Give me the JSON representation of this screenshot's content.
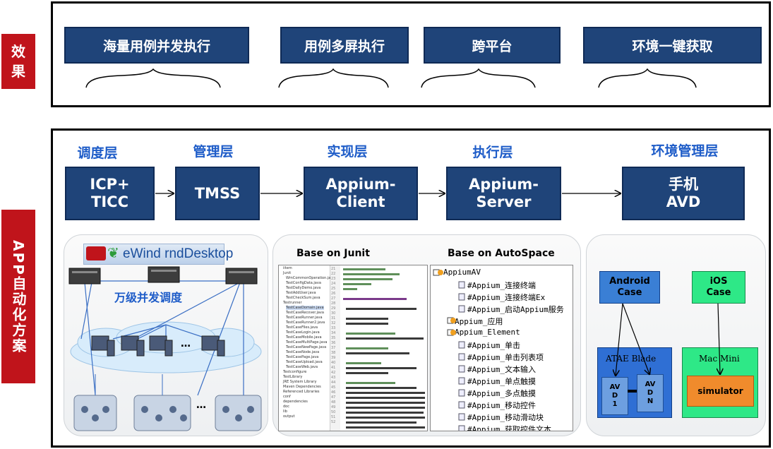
{
  "labels": {
    "effect": "效\n果",
    "solution": "APP自动化方案"
  },
  "effects": [
    "海量用例并发执行",
    "用例多屏执行",
    "跨平台",
    "环境一键获取"
  ],
  "layers": [
    "调度层",
    "管理层",
    "实现层",
    "执行层",
    "环境管理层"
  ],
  "layer_boxes": [
    "ICP+\nTICC",
    "TMSS",
    "Appium-\nClient",
    "Appium-\nServer",
    "手机\nAVD"
  ],
  "scheduling": {
    "brand": "eWind rndDesktop",
    "caption": "万级并发调度",
    "dots": "…"
  },
  "junit": {
    "title": "Base on Junit",
    "tree": [
      "iitem",
      "Junit",
      "WrnCommonOperation.java",
      "TestConfigData.java",
      "TestDailyDemo.java",
      "TestAddUser.java",
      "TestCheckSum.java",
      "Testrunner",
      "TestCaseDomain.java",
      "TestCaseRecover.java",
      "TestCaseRunner.java",
      "TestCaseRunner2.java",
      "TestCaseFiles.java",
      "TestCaseLogin.java",
      "TestCaseMobile.java",
      "TestCaseMultiPage.java",
      "TestCaseNewPage.java",
      "TestCaseNode.java",
      "TestCasePage.java",
      "TestCaseUpload.java",
      "TestCaseWeb.java",
      "Testconfigure",
      "TestLibrary",
      "JRE System Library",
      "Maven Dependencies",
      "Referenced Libraries",
      "conf",
      "dependencies",
      "doc",
      "lib",
      "output"
    ],
    "lines": [
      "21",
      "22",
      "23",
      "24",
      "25",
      "26",
      "27",
      "28",
      "29",
      "30",
      "31",
      "32",
      "33",
      "34",
      "35",
      "36",
      "37",
      "38",
      "39",
      "40",
      "41",
      "42",
      "43",
      "44",
      "45",
      "46",
      "47",
      "48",
      "49",
      "50",
      "51",
      "52"
    ]
  },
  "autospace": {
    "title": "Base on AutoSpace",
    "tree": [
      "AppiumAV",
      "#Appium_连接终端",
      "#Appium_连接终端Ex",
      "#Appium_启动Appium服务",
      "Appium_应用",
      "Appium_Element",
      "#Appium_单击",
      "#Appium_单击列表项",
      "#Appium_文本输入",
      "#Appium_单点触摸",
      "#Appium_多点触摸",
      "#Appium_移动控件",
      "#Appium_移动滑动块",
      "#Appium_获取控件文本"
    ]
  },
  "env": {
    "android_case": "Android\nCase",
    "ios_case": "iOS\nCase",
    "ataе_blade": "ATAE Blade",
    "avd1": "AV\nD\n1",
    "avdn": "AV\nD\nN",
    "mac_mini": "Mac Mini",
    "simulator": "simulator"
  },
  "colors": {
    "accent_red": "#c0141b",
    "navy": "#1f4479",
    "layer_text": "#1e5cc8",
    "blue_box": "#3a7fd5",
    "green_box": "#2ee887",
    "orange": "#f08b2c"
  }
}
